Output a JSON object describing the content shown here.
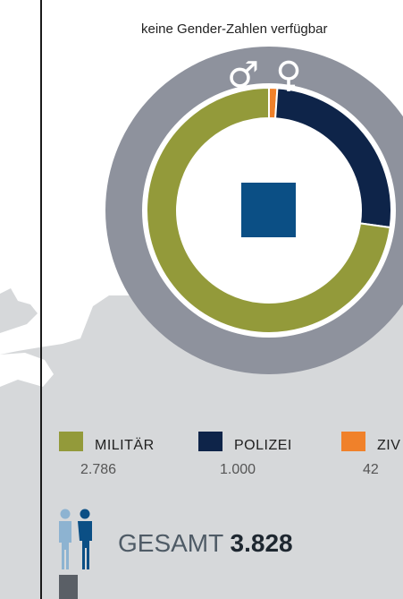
{
  "note": "keine Gender-Zahlen verfügbar",
  "gender_symbols": {
    "male": "♂",
    "female": "♀"
  },
  "colors": {
    "militaer": "#939a3a",
    "polizei": "#0e2449",
    "zivil": "#f0812a",
    "outer_ring": "#8e929d",
    "center_square": "#0b4f85",
    "map": "#d6d8da"
  },
  "chart_data": {
    "type": "pie",
    "categories": [
      "MILITÄR",
      "POLIZEI",
      "ZIVIL"
    ],
    "values": [
      2786,
      1000,
      42
    ],
    "value_labels": [
      "2.786",
      "1.000",
      "42"
    ],
    "total": 3828
  },
  "legend": [
    {
      "label": "MILITÄR",
      "value": "2.786"
    },
    {
      "label": "POLIZEI",
      "value": "1.000"
    },
    {
      "label": "ZIV",
      "value": "42"
    }
  ],
  "total": {
    "label": "GESAMT",
    "value": "3.828"
  },
  "icons": [
    "people-icon"
  ]
}
